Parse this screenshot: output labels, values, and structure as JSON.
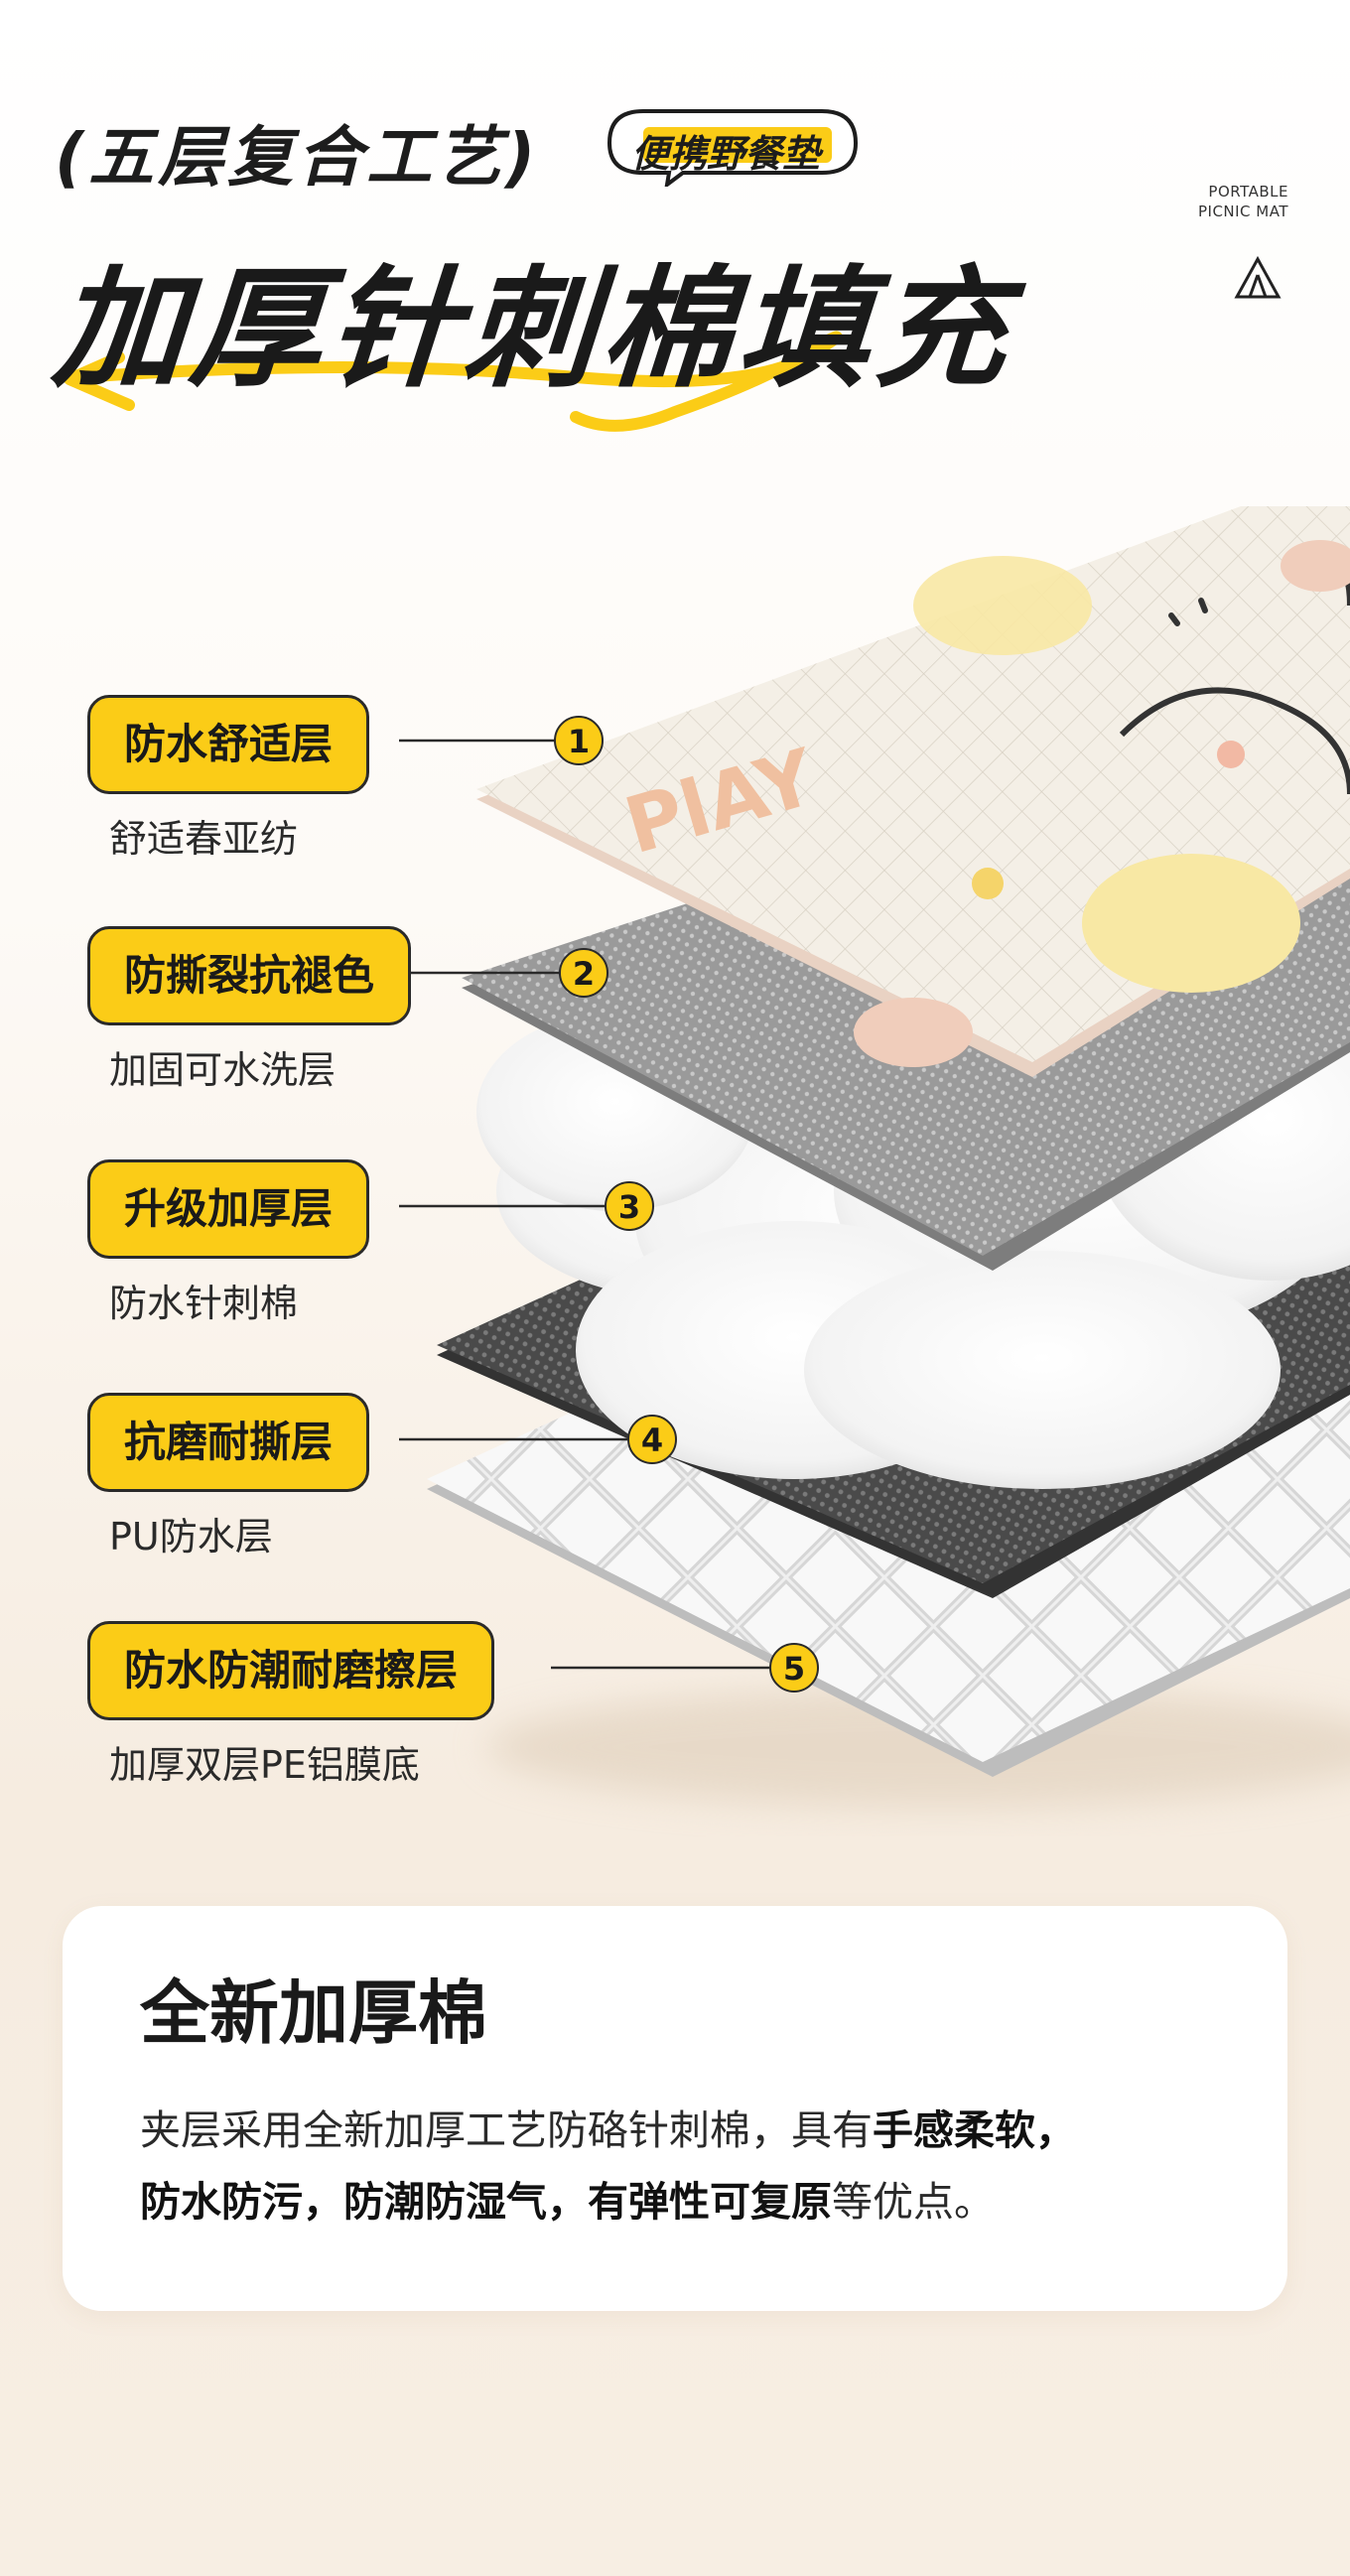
{
  "header": {
    "subtitle": "(五层复合工艺)",
    "tag": "便携野餐垫",
    "brand_en_line1": "PORTABLE",
    "brand_en_line2": "PICNIC MAT",
    "title": "加厚针刺棉填充"
  },
  "colors": {
    "accent_yellow": "#fbcc17",
    "dark": "#1a1a1a",
    "card_bg": "#ffffff"
  },
  "illustration": {
    "print_text": "PlAY"
  },
  "layers": [
    {
      "number": "1",
      "name": "防水舒适层",
      "desc": "舒适春亚纺"
    },
    {
      "number": "2",
      "name": "防撕裂抗褪色",
      "desc": "加固可水洗层"
    },
    {
      "number": "3",
      "name": "升级加厚层",
      "desc": "防水针刺棉"
    },
    {
      "number": "4",
      "name": "抗磨耐撕层",
      "desc": "PU防水层"
    },
    {
      "number": "5",
      "name": "防水防潮耐磨擦层",
      "desc": "加厚双层PE铝膜底"
    }
  ],
  "card": {
    "title": "全新加厚棉",
    "body_1": "夹层采用全新加厚工艺防硌针刺棉，具有",
    "body_2": "手感柔软，",
    "body_3": "防水防污，防潮防湿气，有弹性可复原",
    "body_4": "等优点。"
  }
}
